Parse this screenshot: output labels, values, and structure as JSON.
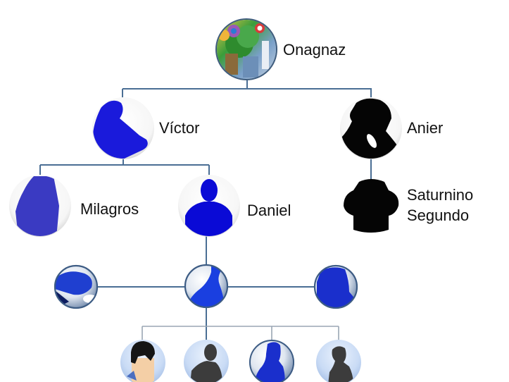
{
  "diagram": {
    "type": "family-tree",
    "colors": {
      "connector": "#4a6e94",
      "connector_light": "#9aa6b4",
      "silhouette_blue": "#1a1adb",
      "silhouette_indigo": "#3a3ac2",
      "silhouette_black": "#050505",
      "silhouette_gray": "#3c3c3c",
      "avatar_bg_light": "#c9dbf5",
      "label": "#111111"
    },
    "nodes": [
      {
        "id": "onagnaz",
        "name": "Onagnaz",
        "avatar": "collage-photo",
        "parent": null
      },
      {
        "id": "victor",
        "name": "Víctor",
        "avatar": "blue-silhouette-seated",
        "parent": "onagnaz"
      },
      {
        "id": "anier",
        "name": "Anier",
        "avatar": "black-silhouette-profile",
        "parent": "onagnaz"
      },
      {
        "id": "milagros",
        "name": "Milagros",
        "avatar": "indigo-silhouette-hair",
        "parent": "victor"
      },
      {
        "id": "daniel",
        "name": "Daniel",
        "avatar": "blue-person-silhouette",
        "parent": "victor"
      },
      {
        "id": "saturnino",
        "name_line1": "Saturnino",
        "name_line2": "Segundo",
        "avatar": "black-bust-silhouette",
        "parent": "anier"
      },
      {
        "id": "orb-center",
        "avatar": "blue-silhouette-orb",
        "parent": "daniel"
      },
      {
        "id": "orb-left",
        "avatar": "blue-hands-orb",
        "parent": "orb-center"
      },
      {
        "id": "orb-right",
        "avatar": "blue-head-orb",
        "parent": "orb-center"
      },
      {
        "id": "child-1",
        "avatar": "cartoon-boy-avatar",
        "parent": "orb-center"
      },
      {
        "id": "child-2",
        "avatar": "gray-person-avatar",
        "parent": "orb-center"
      },
      {
        "id": "child-3",
        "avatar": "blue-silhouette-orb",
        "parent": "orb-center"
      },
      {
        "id": "child-4",
        "avatar": "gray-person-avatar",
        "parent": "orb-center"
      }
    ]
  }
}
